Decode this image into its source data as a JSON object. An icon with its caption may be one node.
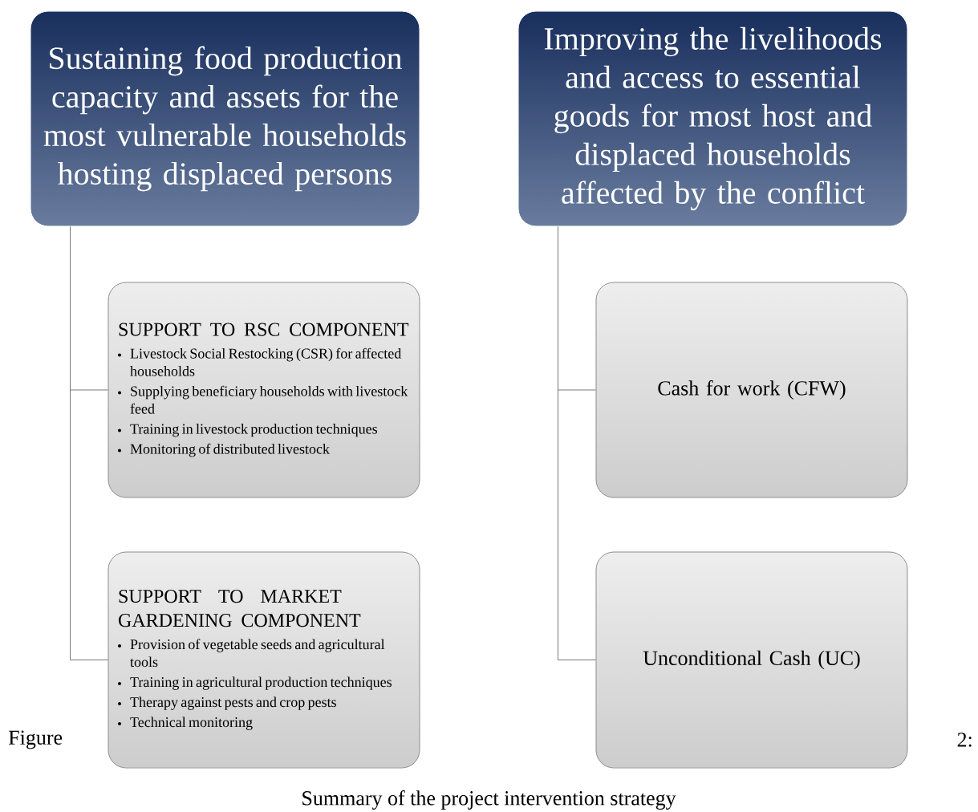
{
  "diagram": {
    "caption": "Summary of the project intervention strategy",
    "nodes": [
      {
        "text": [
          "Sustaining food production capacity and assets for the most vulnerable households hosting displaced persons"
        ]
      },
      {
        "text": [
          "SUPPORT TO RSC COMPONENT",
          "Livestock Social Restocking (CSR) for affected households",
          "Supplying beneficiary households with livestock feed",
          "Training in livestock production techniques",
          "Monitoring of distributed livestock"
        ]
      },
      {
        "text": [
          "SUPPORT TO MARKET GARDENING COMPONENT",
          "Provision of vegetable seeds and agricultural tools",
          "Training in agricultural production techniques",
          "Therapy against pests and crop pests",
          "Technical monitoring"
        ]
      },
      {
        "text": [
          "Improving the livelihoods and access to essential goods for most host and displaced households affected by the conflict"
        ]
      },
      {
        "text": [
          "Cash for work (CFW)"
        ]
      },
      {
        "text": [
          "Unconditional Cash (UC)"
        ]
      }
    ],
    "edges": [
      {
        "from": 0,
        "to": 1,
        "arrow": "none"
      },
      {
        "from": 0,
        "to": 2,
        "arrow": "none"
      },
      {
        "from": 3,
        "to": 4,
        "arrow": "none"
      },
      {
        "from": 3,
        "to": 5,
        "arrow": "none"
      }
    ],
    "labels": [
      "Figure",
      "2:"
    ]
  }
}
